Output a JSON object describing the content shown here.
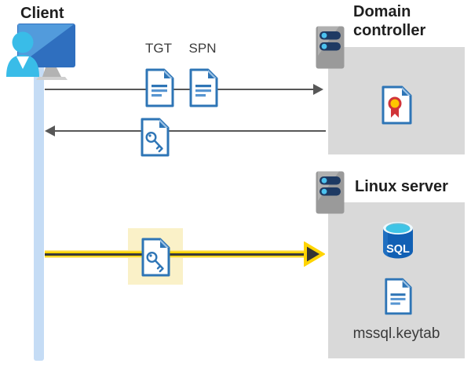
{
  "client": {
    "label": "Client"
  },
  "tickets": {
    "tgt": "TGT",
    "spn": "SPN"
  },
  "domain_controller": {
    "label": "Domain controller"
  },
  "linux_server": {
    "label": "Linux server",
    "sql_icon_text": "SQL",
    "keytab_label": "mssql.keytab"
  },
  "colors": {
    "doc_blue": "#2e75b6",
    "doc_line_blue": "#5795d1",
    "box_gray": "#d9d9d9",
    "arrow_gray": "#575757",
    "arrow_yellow": "#ffd400",
    "highlight_yellow": "#faf1c8",
    "lifeline_blue": "#c5dcf5",
    "server_slot_navy": "#1e3a63",
    "server_led_cyan": "#4cc2ef",
    "sql_body_blue": "#1160b4",
    "sql_top_cyan": "#3fc4e6",
    "cert_ribbon_red": "#d13438",
    "cert_medal_yellow": "#ffc600",
    "person_cyan": "#39bce8"
  }
}
